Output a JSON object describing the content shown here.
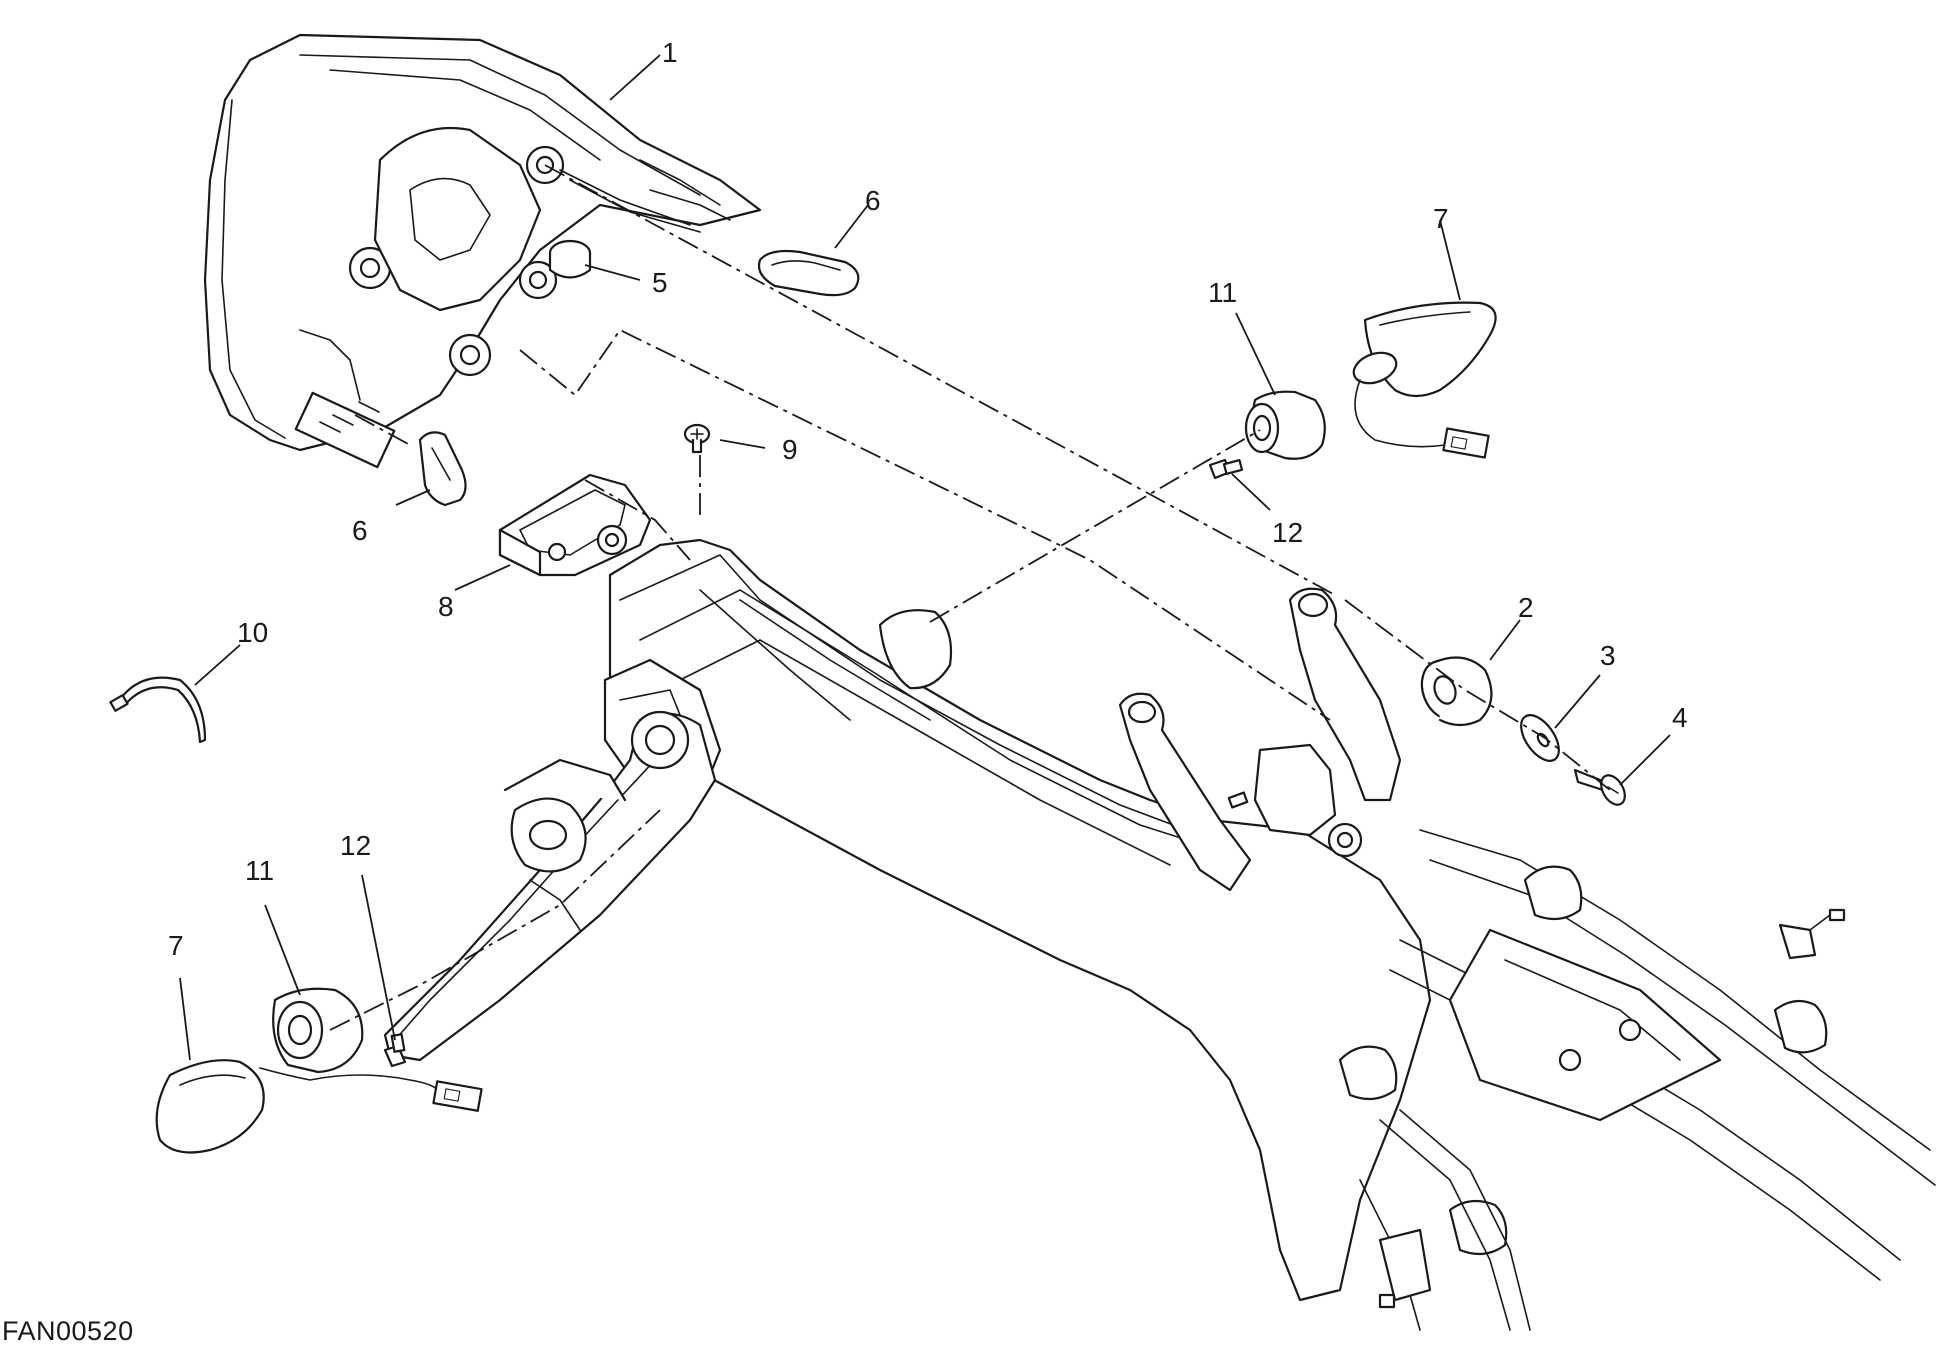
{
  "diagram": {
    "figure_code": "FAN00520",
    "callouts": [
      {
        "id": "c1",
        "label": "1"
      },
      {
        "id": "c2",
        "label": "2"
      },
      {
        "id": "c3",
        "label": "3"
      },
      {
        "id": "c4",
        "label": "4"
      },
      {
        "id": "c5",
        "label": "5"
      },
      {
        "id": "c6a",
        "label": "6"
      },
      {
        "id": "c6b",
        "label": "6"
      },
      {
        "id": "c7a",
        "label": "7"
      },
      {
        "id": "c7b",
        "label": "7"
      },
      {
        "id": "c8",
        "label": "8"
      },
      {
        "id": "c9",
        "label": "9"
      },
      {
        "id": "c10",
        "label": "10"
      },
      {
        "id": "c11a",
        "label": "11"
      },
      {
        "id": "c11b",
        "label": "11"
      },
      {
        "id": "c12a",
        "label": "12"
      },
      {
        "id": "c12b",
        "label": "12"
      }
    ]
  }
}
